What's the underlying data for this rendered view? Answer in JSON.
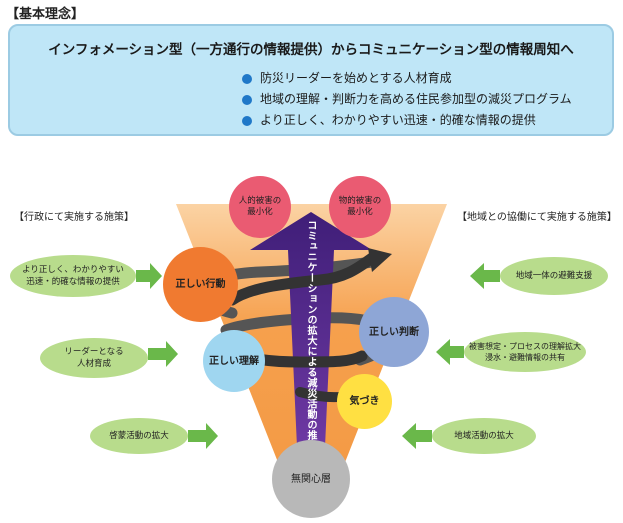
{
  "section_title": "【基本理念】",
  "banner": {
    "title": "インフォメーション型（一方通行の情報提供）からコミュニケーション型の情報周知へ",
    "bullets": [
      "防災リーダーを始めとする人材育成",
      "地域の理解・判断力を高める住民参加型の減災プログラム",
      "より正しく、わかりやすい迅速・的確な情報の提供"
    ]
  },
  "left_heading": "【行政にて実施する施策】",
  "right_heading": "【地域との協働にて実施する施策】",
  "left_measures": [
    "より正しく、わかりやすい\n迅速・的確な情報の提供",
    "リーダーとなる\n人材育成",
    "啓蒙活動の拡大"
  ],
  "right_measures": [
    "地域一体の避難支援",
    "被害想定・プロセスの理解拡大\n浸水・避難情報の共有",
    "地域活動の拡大"
  ],
  "top_goals": [
    "人的被害の\n最小化",
    "物的被害の\n最小化"
  ],
  "stages": {
    "action": "正しい行動",
    "judgment": "正しい判断",
    "understanding": "正しい理解",
    "awareness": "気づき",
    "base": "無関心層"
  },
  "central_arrow_text": "コミュニケーションの拡大による減災活動の推進",
  "colors": {
    "banner_bg": "#bfe6f7",
    "bullet": "#1f78c8",
    "funnel": "#f7a655",
    "arrow": "#5a2c8c",
    "goal": "#ea5b72",
    "action": "#f07a30",
    "judgment": "#8ea6d6",
    "understanding": "#9fd6f0",
    "awareness": "#ffe042",
    "base": "#b8b8b8",
    "measure": "#b8dc8c",
    "measure_arrow": "#6ab84a"
  }
}
